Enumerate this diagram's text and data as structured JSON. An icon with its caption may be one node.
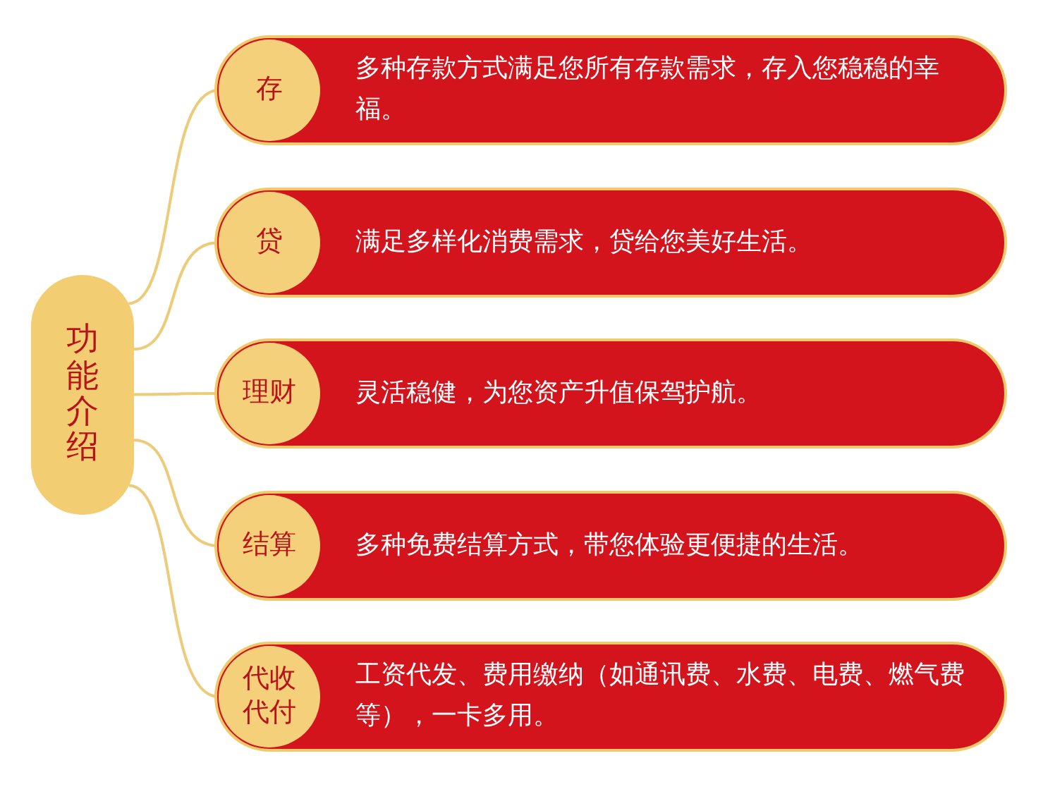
{
  "diagram": {
    "nodes": [
      {
        "text": [
          "功能介绍"
        ]
      },
      {
        "text": [
          "多种存款方式满足您所有存款需求，存入您稳稳的幸福。"
        ]
      },
      {
        "text": [
          "存"
        ],
        "in": 1
      },
      {
        "text": [
          "满足多样化消费需求，贷给您美好生活。"
        ]
      },
      {
        "text": [
          "贷"
        ],
        "in": 3
      },
      {
        "text": [
          "灵活稳健，为您资产升值保驾护航。"
        ]
      },
      {
        "text": [
          "理财"
        ],
        "in": 5
      },
      {
        "text": [
          "多种免费结算方式，带您体验更便捷的生活。"
        ]
      },
      {
        "text": [
          "结算"
        ],
        "in": 7
      },
      {
        "text": [
          "工资代发、费用缴纳（如通讯费、水费、电费、燃气费等），一卡多用。"
        ]
      },
      {
        "text": [
          "代收代付"
        ],
        "in": 9
      }
    ],
    "edges": [
      {
        "from": 0,
        "to": 2,
        "arrow": "none"
      },
      {
        "from": 0,
        "to": 4,
        "arrow": "none"
      },
      {
        "from": 0,
        "to": 6,
        "arrow": "none"
      },
      {
        "from": 0,
        "to": 8,
        "arrow": "none"
      },
      {
        "from": 0,
        "to": 10,
        "arrow": "none"
      }
    ]
  }
}
